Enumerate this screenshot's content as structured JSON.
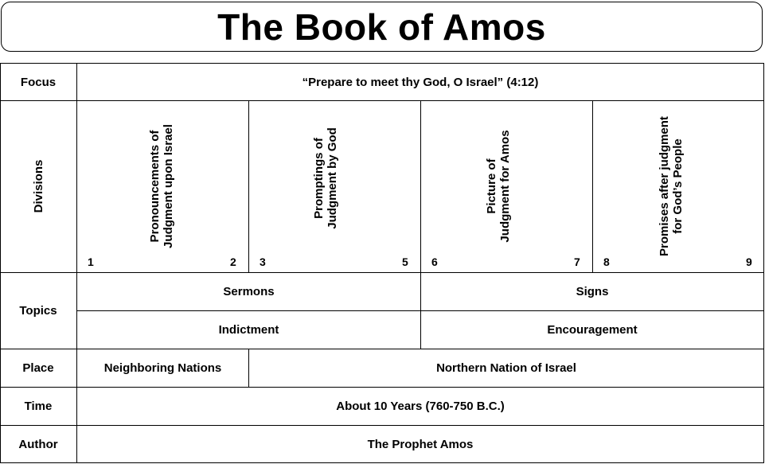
{
  "title": "The Book of Amos",
  "rows": {
    "focus": {
      "label": "Focus",
      "value": "“Prepare to meet thy God, O Israel” (4:12)"
    },
    "divisions": {
      "label": "Divisions",
      "items": [
        {
          "line1": "Pronouncements of",
          "line2": "Judgment upon Israel",
          "start": "1",
          "end": "2"
        },
        {
          "line1": "Promptings of",
          "line2": "Judgment by God",
          "start": "3",
          "end": "5"
        },
        {
          "line1": "Picture of",
          "line2": "Judgment for Amos",
          "start": "6",
          "end": "7"
        },
        {
          "line1": "Promises after judgment",
          "line2": "for God’s People",
          "start": "8",
          "end": "9"
        }
      ]
    },
    "topics": {
      "label": "Topics",
      "row1": [
        "Sermons",
        "Signs"
      ],
      "row2": [
        "Indictment",
        "Encouragement"
      ]
    },
    "place": {
      "label": "Place",
      "values": [
        "Neighboring Nations",
        "Northern Nation of Israel"
      ]
    },
    "time": {
      "label": "Time",
      "value": "About 10 Years (760-750 B.C.)"
    },
    "author": {
      "label": "Author",
      "value": "The Prophet Amos"
    }
  }
}
